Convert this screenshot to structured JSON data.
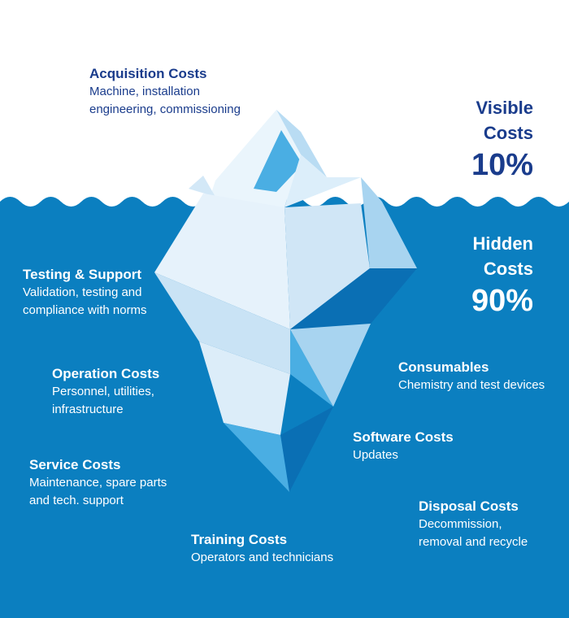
{
  "colors": {
    "water": "#0b7fc0",
    "navy": "#1a3c8c",
    "ice_light": "#e9f4fb",
    "ice_mid": "#a8d4f0",
    "ice_blue": "#4aaee3",
    "ice_deep": "#0a6fb4"
  },
  "visible": {
    "line1": "Visible",
    "line2": "Costs",
    "percent": "10%"
  },
  "hidden": {
    "line1": "Hidden",
    "line2": "Costs",
    "percent": "90%"
  },
  "items": {
    "acquisition": {
      "title": "Acquisition Costs",
      "desc1": "Machine, installation",
      "desc2": "engineering, commissioning"
    },
    "testing": {
      "title": "Testing & Support",
      "desc1": "Validation, testing and",
      "desc2": "compliance with norms"
    },
    "operation": {
      "title": "Operation Costs",
      "desc1": "Personnel, utilities,",
      "desc2": "infrastructure"
    },
    "service": {
      "title": "Service Costs",
      "desc1": "Maintenance, spare parts",
      "desc2": "and tech. support"
    },
    "consumables": {
      "title": "Consumables",
      "desc1": "Chemistry and test devices"
    },
    "software": {
      "title": "Software Costs",
      "desc1": "Updates"
    },
    "disposal": {
      "title": "Disposal Costs",
      "desc1": "Decommission,",
      "desc2": "removal and recycle"
    },
    "training": {
      "title": "Training Costs",
      "desc1": "Operators and technicians"
    }
  }
}
